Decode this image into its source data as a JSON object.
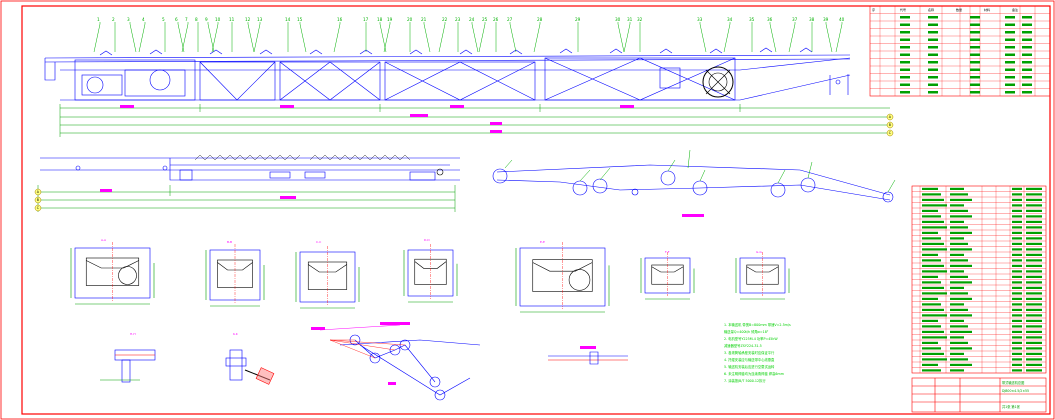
{
  "drawing": {
    "colors": {
      "background": "#ffffff",
      "frame": "#ff0000",
      "steel": "#0000ff",
      "dimension": "#00a000",
      "text_magenta": "#ff00ff",
      "green_text": "#00d000",
      "callout": "#00b000",
      "black": "#000000",
      "cyan": "#00c8c8"
    },
    "view_labels": {
      "a": "A-A",
      "b": "B-B",
      "c": "C-C",
      "d": "D-D",
      "e": "E-E",
      "f": "F-F",
      "g": "G-G",
      "h": "H-H",
      "k": "K-K"
    },
    "top_callouts": [
      "1",
      "2",
      "3",
      "4",
      "5",
      "6",
      "7",
      "8",
      "9",
      "10",
      "11",
      "12",
      "13",
      "14",
      "15",
      "16",
      "17",
      "18",
      "19",
      "20",
      "21",
      "22",
      "23",
      "24",
      "25",
      "26",
      "27",
      "28",
      "29",
      "30",
      "31",
      "32",
      "33",
      "34",
      "35",
      "36",
      "37",
      "38",
      "39",
      "40"
    ],
    "circle_refs": [
      "A",
      "B",
      "C"
    ],
    "top_table_header": [
      "序",
      "代号",
      "名称",
      "数量",
      "材料",
      "备注"
    ],
    "parts_table_rows": 34,
    "title_block": {
      "title": "带式输送机总图",
      "subtitle": "DJ800×4.5/2×55",
      "sheet": "共1张 第1张"
    },
    "notes": [
      "1. 本输送机 带宽B=800mm 带速V=2.5m/s",
      "   输送量Q=400t/h 倾角α=18°",
      "2. 电机型号Y225M-4 功率P=45kW",
      "   减速器型号ZSY224-31.5",
      "3. 各滚筒轴承座安装时应保证平行",
      "4. 托辊安装应与输送带中心线垂直",
      "5. 输送机安装后应进行空载试运转",
      "6. 未注明焊缝均为连续角焊缝 焊高6mm",
      "7. 涂装按JB/T 5000.12执行"
    ]
  }
}
